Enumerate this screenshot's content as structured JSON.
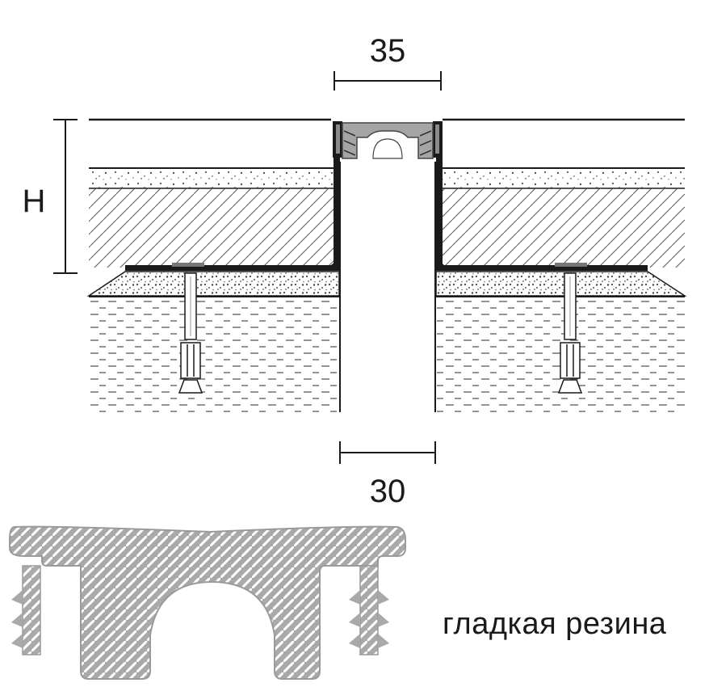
{
  "diagram": {
    "dimensions": {
      "top_width": "35",
      "bottom_width": "30",
      "height": "H"
    },
    "profile_label": "гладкая резина",
    "colors": {
      "line": "#1a1a1a",
      "rubber": "#a7a7a7",
      "rubber_dark": "#8e8e8e",
      "hatch": "#555555"
    }
  }
}
